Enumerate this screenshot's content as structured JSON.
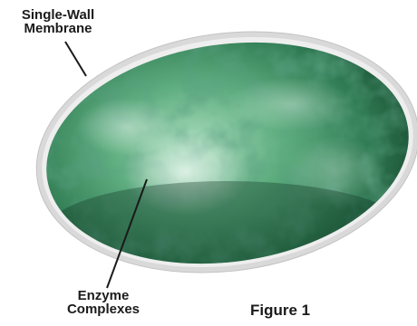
{
  "labels": {
    "membrane": [
      "Single-Wall",
      "Membrane"
    ],
    "enzyme": [
      "Enzyme",
      "Complexes"
    ]
  },
  "caption": "Figure 1",
  "colors": {
    "membrane": "#d6d6d6",
    "body_dark": "#1f5a3c",
    "body_mid": "#3f8f63",
    "body_light": "#9ed6b4",
    "leader_line": "#1a1a1a"
  }
}
